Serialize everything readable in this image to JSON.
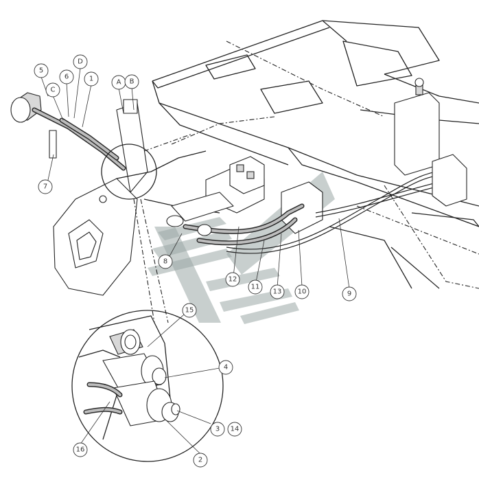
{
  "diagram": {
    "callouts": [
      {
        "id": "c5",
        "label": "5"
      },
      {
        "id": "c6",
        "label": "6"
      },
      {
        "id": "cD",
        "label": "D"
      },
      {
        "id": "cC",
        "label": "C"
      },
      {
        "id": "c1",
        "label": "1"
      },
      {
        "id": "cA",
        "label": "A"
      },
      {
        "id": "cB",
        "label": "B"
      },
      {
        "id": "c7",
        "label": "7"
      },
      {
        "id": "c8",
        "label": "8"
      },
      {
        "id": "c12",
        "label": "12"
      },
      {
        "id": "c11",
        "label": "11"
      },
      {
        "id": "c13",
        "label": "13"
      },
      {
        "id": "c10",
        "label": "10"
      },
      {
        "id": "c9",
        "label": "9"
      },
      {
        "id": "c15",
        "label": "15"
      },
      {
        "id": "c4",
        "label": "4"
      },
      {
        "id": "c3",
        "label": "3"
      },
      {
        "id": "c14",
        "label": "14"
      },
      {
        "id": "c16",
        "label": "16"
      },
      {
        "id": "c2",
        "label": "2"
      }
    ]
  }
}
